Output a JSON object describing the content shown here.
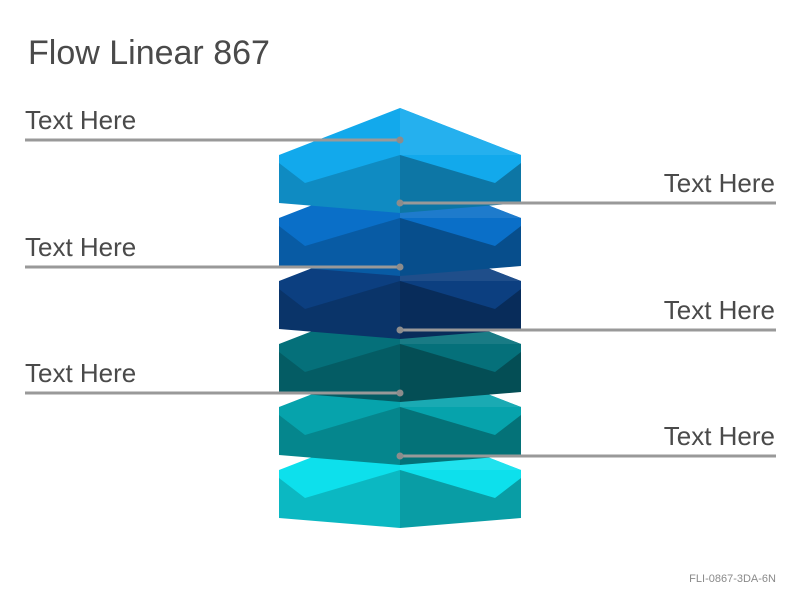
{
  "title": "Flow Linear 867",
  "code": "FLI-0867-3DA-6N",
  "labels": [
    "Text Here",
    "Text Here",
    "Text Here",
    "Text Here",
    "Text Here",
    "Text Here"
  ],
  "colors": {
    "chevron_1": "#12a9ec",
    "chevron_2": "#0a6fc8",
    "chevron_3": "#0c3f80",
    "chevron_4": "#05707a",
    "chevron_5": "#06a3ac",
    "chevron_6": "#0de0ec",
    "connector": "#999999",
    "text": "#4a4a4a"
  }
}
